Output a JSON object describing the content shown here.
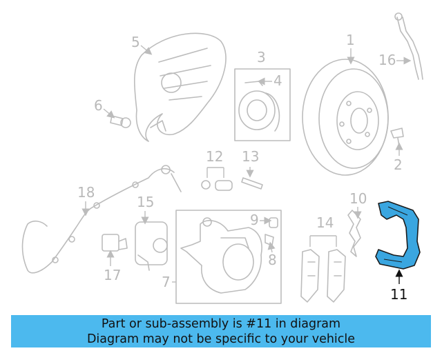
{
  "diagram": {
    "highlighted_part": "11",
    "callouts": {
      "p1": "1",
      "p2": "2",
      "p3": "3",
      "p4": "4",
      "p5": "5",
      "p6": "6",
      "p7": "7",
      "p8": "8",
      "p9": "9",
      "p10": "10",
      "p11": "11",
      "p12": "12",
      "p13": "13",
      "p14": "14",
      "p15": "15",
      "p16": "16",
      "p17": "17",
      "p18": "18"
    },
    "colors": {
      "highlight_fill": "#3aa6e0",
      "line_gray": "#bcbcbc",
      "banner_bg": "#4cb9ee"
    }
  },
  "banner": {
    "line1": "Part or sub-assembly is #11 in diagram",
    "line2": "Diagram may not be specific to your vehicle"
  }
}
